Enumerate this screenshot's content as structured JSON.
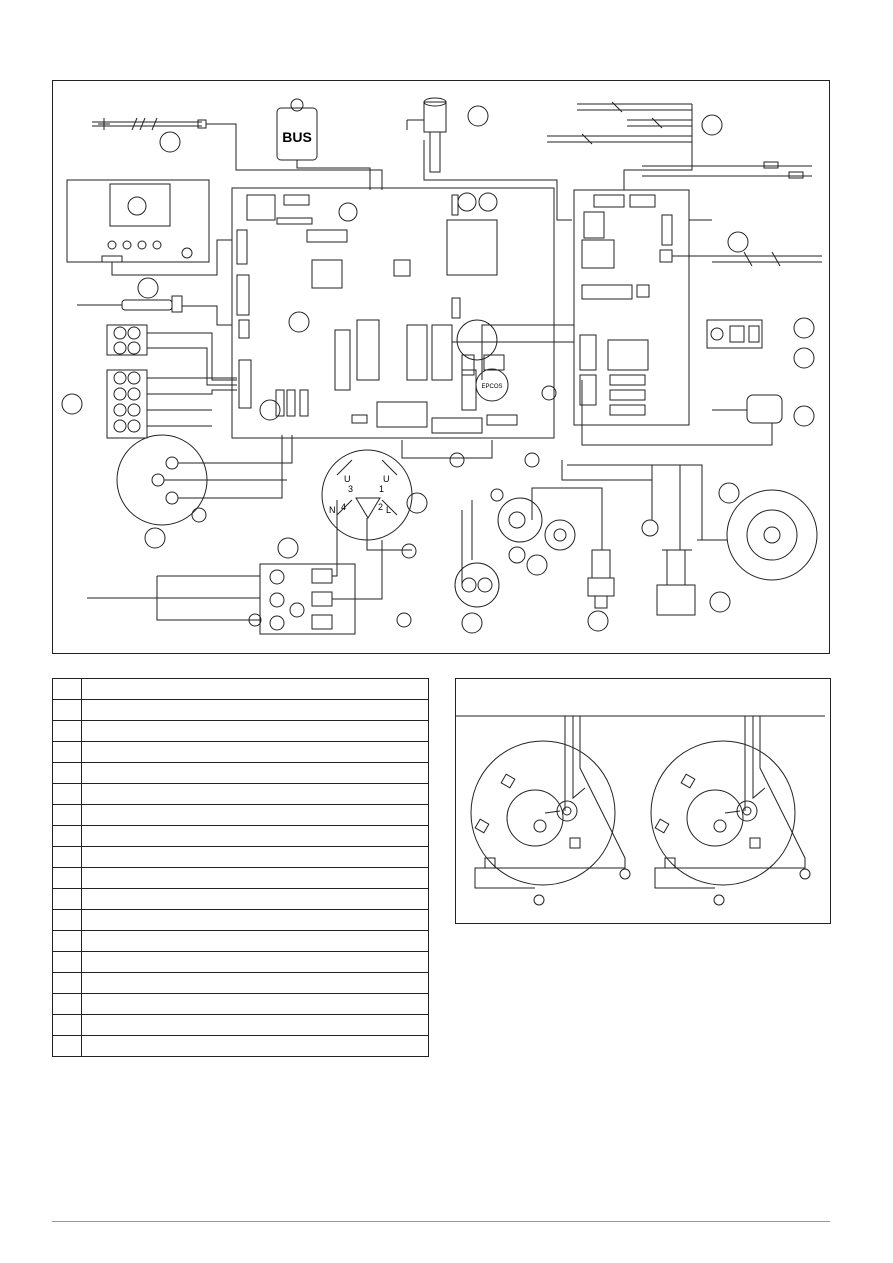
{
  "diagram": {
    "labels": {
      "bus": "BUS",
      "capacitor_brand": "EPCOS",
      "terminal_u3": "U",
      "terminal_3": "3",
      "terminal_u1": "U",
      "terminal_1": "1",
      "terminal_n": "N",
      "terminal_4": "4",
      "terminal_2": "2",
      "terminal_l": "L"
    },
    "legend_rows": [
      {
        "num": "",
        "text": ""
      },
      {
        "num": "",
        "text": ""
      },
      {
        "num": "",
        "text": ""
      },
      {
        "num": "",
        "text": ""
      },
      {
        "num": "",
        "text": ""
      },
      {
        "num": "",
        "text": ""
      },
      {
        "num": "",
        "text": ""
      },
      {
        "num": "",
        "text": ""
      },
      {
        "num": "",
        "text": ""
      },
      {
        "num": "",
        "text": ""
      },
      {
        "num": "",
        "text": ""
      },
      {
        "num": "",
        "text": ""
      },
      {
        "num": "",
        "text": ""
      },
      {
        "num": "",
        "text": ""
      },
      {
        "num": "",
        "text": ""
      },
      {
        "num": "",
        "text": ""
      },
      {
        "num": "",
        "text": ""
      },
      {
        "num": "",
        "text": ""
      }
    ]
  }
}
